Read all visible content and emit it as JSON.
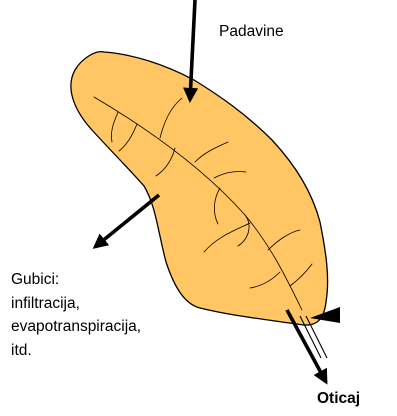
{
  "labels": {
    "precipitation": "Padavine",
    "losses": [
      "Gubici:",
      "infiltracija,",
      "evapotranspiracija,",
      "itd."
    ],
    "runoff": "Oticaj"
  },
  "colors": {
    "watershed_fill": "#FFC663",
    "outline": "#000000",
    "background": "#FFFFFF"
  }
}
